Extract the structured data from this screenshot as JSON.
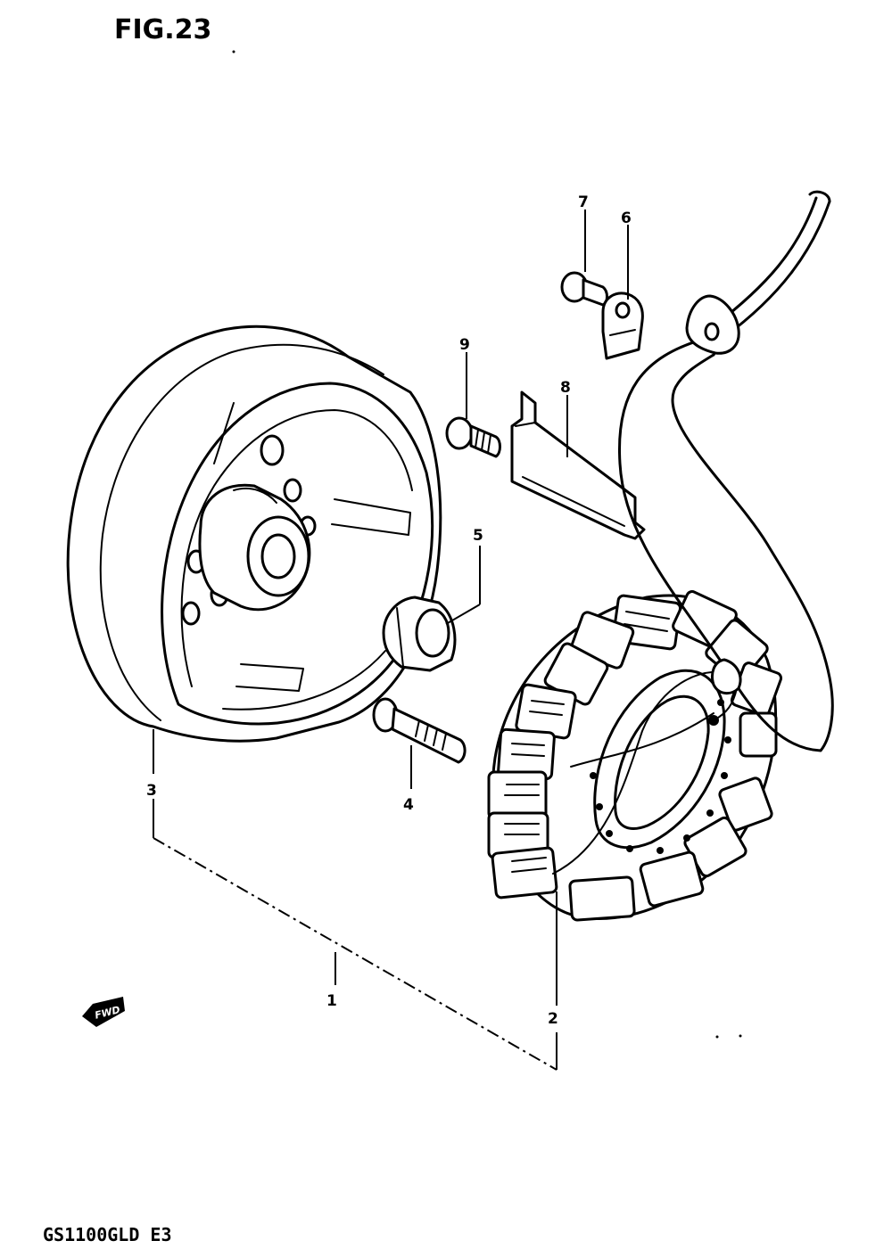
{
  "figure": {
    "label": "FIG.23"
  },
  "model": {
    "code": "GS1100GLD E3"
  },
  "direction_badge": {
    "text": "FWD",
    "icon": "forward-arrow-icon"
  },
  "callouts": [
    {
      "id": "1",
      "text": "1",
      "part": "magneto-assembly"
    },
    {
      "id": "2",
      "text": "2",
      "part": "stator"
    },
    {
      "id": "3",
      "text": "3",
      "part": "rotor"
    },
    {
      "id": "4",
      "text": "4",
      "part": "bolt"
    },
    {
      "id": "5",
      "text": "5",
      "part": "nut"
    },
    {
      "id": "6",
      "text": "6",
      "part": "clamp"
    },
    {
      "id": "7",
      "text": "7",
      "part": "screw"
    },
    {
      "id": "8",
      "text": "8",
      "part": "plate"
    },
    {
      "id": "9",
      "text": "9",
      "part": "screw"
    }
  ]
}
